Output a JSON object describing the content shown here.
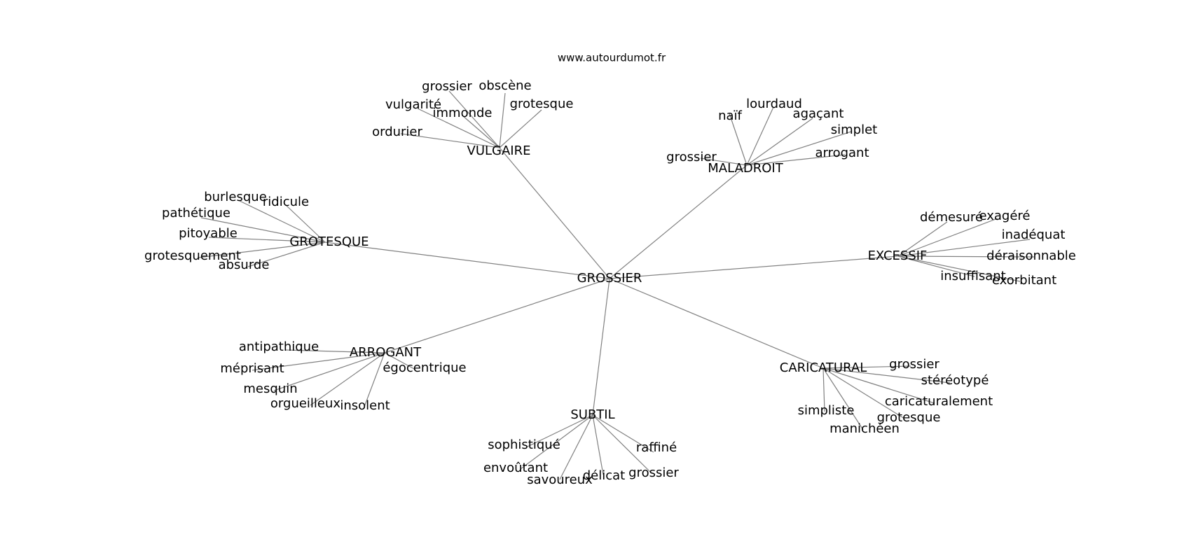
{
  "site_label": "www.autourdumot.fr",
  "colors": {
    "edge": "#808080",
    "text": "#000000",
    "background": "#ffffff"
  },
  "graph": {
    "center": "GROSSIER",
    "clusters": [
      {
        "hub": "VULGAIRE",
        "leaves": [
          "grossier",
          "obscène",
          "vulgarité",
          "immonde",
          "grotesque",
          "ordurier"
        ]
      },
      {
        "hub": "MALADROIT",
        "leaves": [
          "lourdaud",
          "naïf",
          "agaçant",
          "simplet",
          "grossier",
          "arrogant"
        ]
      },
      {
        "hub": "GROTESQUE",
        "leaves": [
          "burlesque",
          "ridicule",
          "pathétique",
          "pitoyable",
          "grotesquement",
          "absurde"
        ]
      },
      {
        "hub": "EXCESSIF",
        "leaves": [
          "démesuré",
          "exagéré",
          "inadéquat",
          "déraisonnable",
          "insuffisant",
          "exorbitant"
        ]
      },
      {
        "hub": "ARROGANT",
        "leaves": [
          "antipathique",
          "égocentrique",
          "méprisant",
          "mesquin",
          "orgueilleux",
          "insolent"
        ]
      },
      {
        "hub": "CARICATURAL",
        "leaves": [
          "grossier",
          "stéréotypé",
          "caricaturalement",
          "simpliste",
          "grotesque",
          "manichéen"
        ]
      },
      {
        "hub": "SUBTIL",
        "leaves": [
          "sophistiqué",
          "raffiné",
          "envoûtant",
          "savoureux",
          "délicat",
          "grossier"
        ]
      }
    ]
  }
}
